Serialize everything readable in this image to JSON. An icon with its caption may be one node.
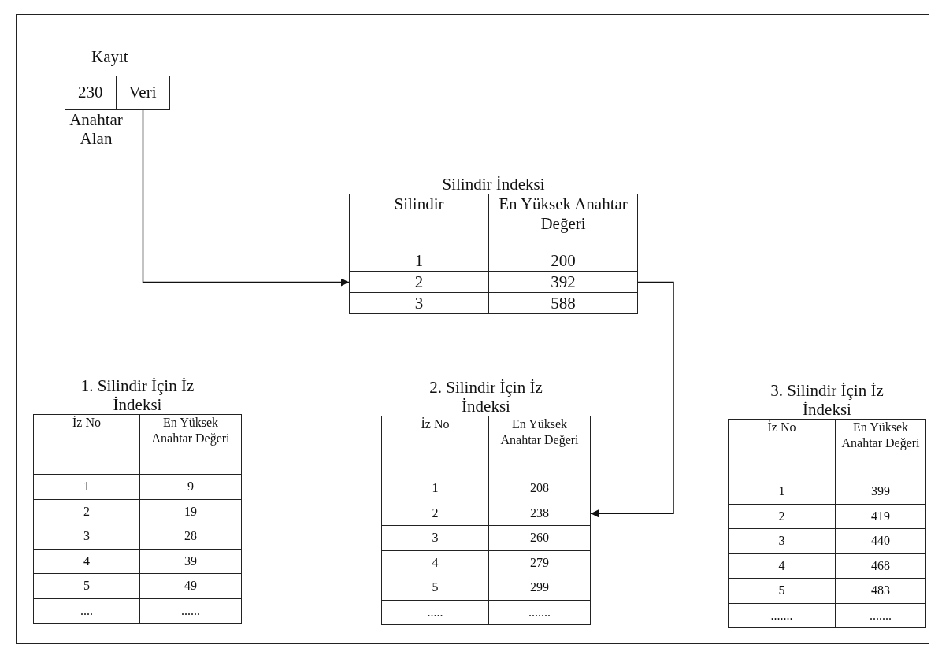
{
  "diagram": {
    "nodes": [
      {
        "text": [
          "Kayıt"
        ]
      },
      {
        "text": [
          "230"
        ],
        "in": 0,
        "beside": [
          "Anahtar Alan"
        ]
      },
      {
        "text": [
          "Veri"
        ],
        "in": 0
      },
      {
        "text": [
          "Silindir İndeksi"
        ]
      },
      {
        "text": [
          "Silindir",
          "En Yüksek Anahtar Değeri"
        ],
        "in": 3
      },
      {
        "text": [
          "1",
          "200"
        ],
        "in": 3
      },
      {
        "text": [
          "2",
          "392"
        ],
        "in": 3
      },
      {
        "text": [
          "3",
          "588"
        ],
        "in": 3
      },
      {
        "text": [
          "1. Silindir İçin İz İndeksi"
        ]
      },
      {
        "text": [
          "İz No",
          "En Yüksek Anahtar Değeri"
        ],
        "in": 8
      },
      {
        "text": [
          "1",
          "9"
        ],
        "in": 8
      },
      {
        "text": [
          "2",
          "19"
        ],
        "in": 8
      },
      {
        "text": [
          "3",
          "28"
        ],
        "in": 8
      },
      {
        "text": [
          "4",
          "39"
        ],
        "in": 8
      },
      {
        "text": [
          "5",
          "49"
        ],
        "in": 8
      },
      {
        "text": [
          "....",
          "......"
        ],
        "in": 8
      },
      {
        "text": [
          "2. Silindir İçin İz İndeksi"
        ]
      },
      {
        "text": [
          "İz No",
          "En Yüksek Anahtar Değeri"
        ],
        "in": 16
      },
      {
        "text": [
          "1",
          "208"
        ],
        "in": 16
      },
      {
        "text": [
          "2",
          "238"
        ],
        "in": 16
      },
      {
        "text": [
          "3",
          "260"
        ],
        "in": 16
      },
      {
        "text": [
          "4",
          "279"
        ],
        "in": 16
      },
      {
        "text": [
          "5",
          "299"
        ],
        "in": 16
      },
      {
        "text": [
          ".....",
          "......."
        ],
        "in": 16
      },
      {
        "text": [
          "3. Silindir İçin İz İndeksi"
        ]
      },
      {
        "text": [
          "İz No",
          "En Yüksek Anahtar Değeri"
        ],
        "in": 24
      },
      {
        "text": [
          "1",
          "399"
        ],
        "in": 24
      },
      {
        "text": [
          "2",
          "419"
        ],
        "in": 24
      },
      {
        "text": [
          "3",
          "440"
        ],
        "in": 24
      },
      {
        "text": [
          "4",
          "468"
        ],
        "in": 24
      },
      {
        "text": [
          "5",
          "483"
        ],
        "in": 24
      },
      {
        "text": [
          ".......",
          "......."
        ],
        "in": 24
      }
    ],
    "edges": [
      {
        "from": 2,
        "to": 6,
        "arrow": "to"
      },
      {
        "from": 6,
        "to": 19,
        "arrow": "to"
      }
    ]
  }
}
